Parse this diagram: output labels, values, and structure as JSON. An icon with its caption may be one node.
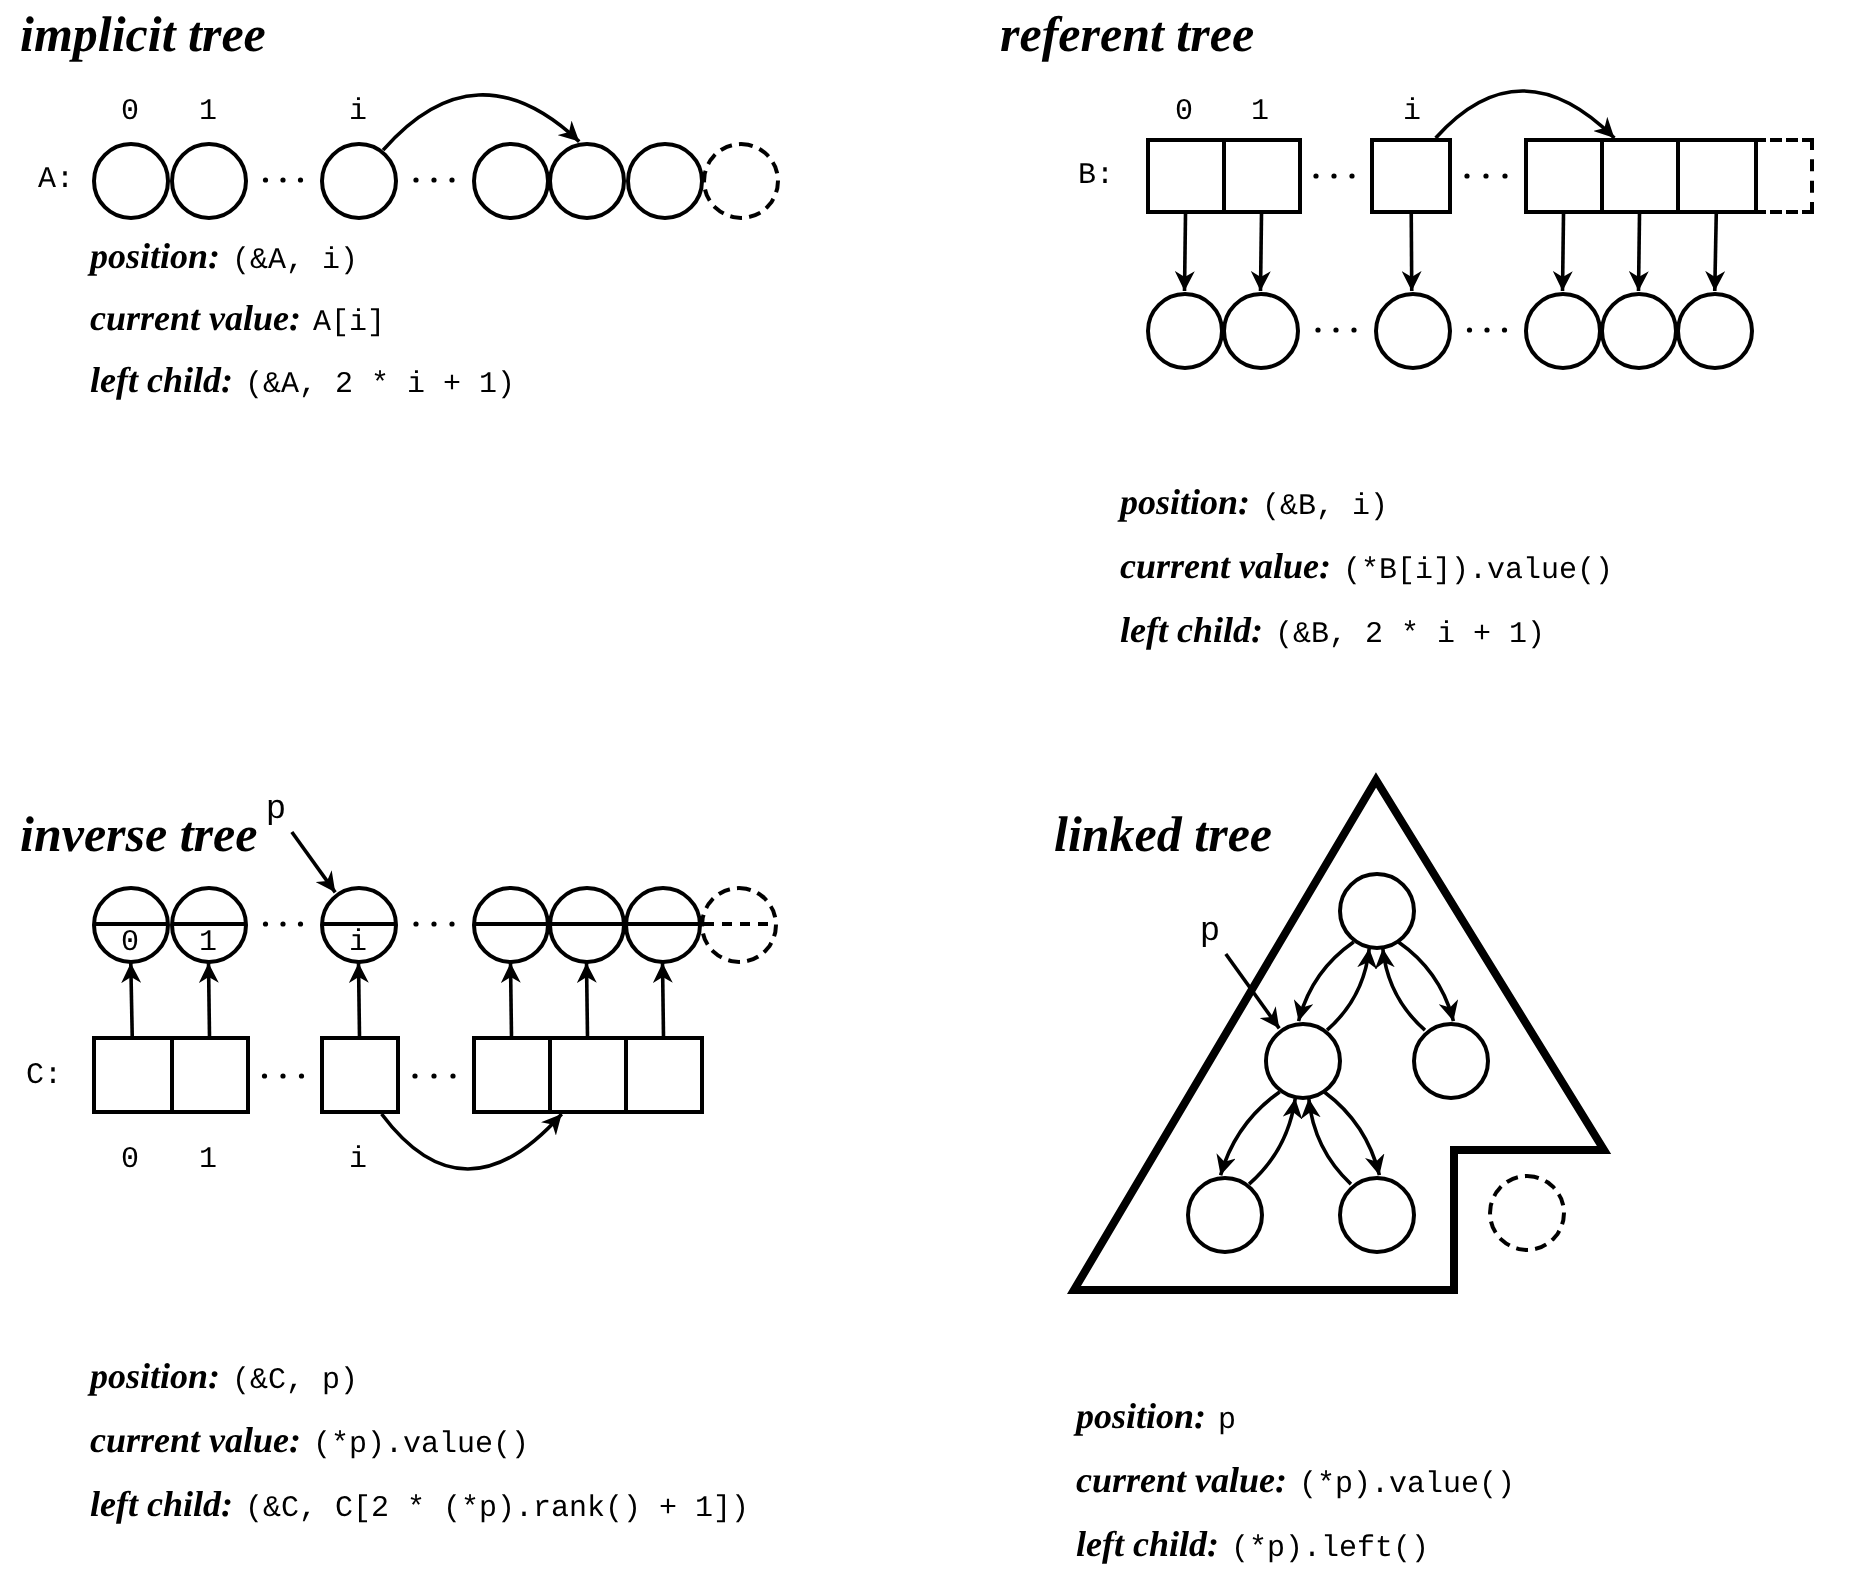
{
  "diagram": {
    "nodes": [
      {
        "text": [],
        "shape": "circle"
      },
      {
        "text": [],
        "shape": "circle"
      },
      {
        "text": [],
        "shape": "circle"
      },
      {
        "text": [],
        "shape": "circle"
      },
      {
        "text": [],
        "shape": "circle"
      },
      {
        "text": [],
        "shape": "circle"
      },
      {
        "text": [],
        "shape": "circle"
      },
      {
        "text": [],
        "shape": "box"
      },
      {
        "text": [],
        "shape": "box"
      },
      {
        "text": [],
        "shape": "box"
      },
      {
        "text": [],
        "shape": "box"
      },
      {
        "text": [],
        "shape": "box"
      },
      {
        "text": [],
        "shape": "box"
      },
      {
        "text": [],
        "shape": "box"
      },
      {
        "text": [],
        "shape": "circle"
      },
      {
        "text": [],
        "shape": "circle"
      },
      {
        "text": [],
        "shape": "circle"
      },
      {
        "text": [],
        "shape": "circle"
      },
      {
        "text": [],
        "shape": "circle"
      },
      {
        "text": [],
        "shape": "circle"
      },
      {
        "text": [
          "0"
        ]
      },
      {
        "text": [
          "1"
        ]
      },
      {
        "text": [
          "i"
        ]
      },
      {
        "text": [],
        "shape": "circle"
      },
      {
        "text": [],
        "shape": "circle"
      },
      {
        "text": [],
        "shape": "circle"
      },
      {
        "text": [],
        "shape": "circle"
      },
      {
        "text": [
          "p"
        ]
      },
      {
        "text": [],
        "shape": "box"
      },
      {
        "text": [],
        "shape": "box"
      },
      {
        "text": [],
        "shape": "box"
      },
      {
        "text": [],
        "shape": "box"
      },
      {
        "text": [],
        "shape": "box"
      },
      {
        "text": [],
        "shape": "box"
      },
      {
        "text": [
          "p"
        ]
      },
      {
        "text": [],
        "shape": "circle"
      },
      {
        "text": [],
        "shape": "circle"
      },
      {
        "text": [],
        "shape": "circle"
      },
      {
        "text": [],
        "shape": "circle"
      },
      {
        "text": [],
        "shape": "circle"
      },
      {
        "text": [],
        "shape": "circle"
      }
    ],
    "edges": [
      {
        "from": 2,
        "to": 4,
        "arrow": "to"
      },
      {
        "from": 7,
        "to": 14,
        "arrow": "to"
      },
      {
        "from": 8,
        "to": 15,
        "arrow": "to"
      },
      {
        "from": 9,
        "to": 16,
        "arrow": "to"
      },
      {
        "from": 10,
        "to": 17,
        "arrow": "to"
      },
      {
        "from": 11,
        "to": 18,
        "arrow": "to"
      },
      {
        "from": 12,
        "to": 19,
        "arrow": "to"
      },
      {
        "from": 9,
        "to": 11,
        "arrow": "to"
      },
      {
        "from": 28,
        "to": 20,
        "arrow": "to"
      },
      {
        "from": 29,
        "to": 21,
        "arrow": "to"
      },
      {
        "from": 30,
        "to": 22,
        "arrow": "to"
      },
      {
        "from": 31,
        "to": 23,
        "arrow": "to"
      },
      {
        "from": 32,
        "to": 24,
        "arrow": "to"
      },
      {
        "from": 33,
        "to": 25,
        "arrow": "to"
      },
      {
        "from": 27,
        "to": 22,
        "arrow": "to"
      },
      {
        "from": 30,
        "to": 32,
        "arrow": "to"
      },
      {
        "from": 34,
        "to": 36,
        "arrow": "to"
      },
      {
        "from": 35,
        "to": 36,
        "arrow": "to"
      },
      {
        "from": 36,
        "to": 35,
        "arrow": "to"
      },
      {
        "from": 35,
        "to": 37,
        "arrow": "to"
      },
      {
        "from": 37,
        "to": 35,
        "arrow": "to"
      },
      {
        "from": 36,
        "to": 38,
        "arrow": "to"
      },
      {
        "from": 38,
        "to": 36,
        "arrow": "to"
      },
      {
        "from": 36,
        "to": 39,
        "arrow": "to"
      },
      {
        "from": 39,
        "to": 36,
        "arrow": "to"
      }
    ],
    "labels": [
      "implicit tree",
      "0",
      "1",
      "i",
      "A:",
      "position:",
      "(&A, i)",
      "current value:",
      "A[i]",
      "left child:",
      "(&A, 2 * i + 1)",
      "referent tree",
      "0",
      "1",
      "i",
      "B:",
      "position:",
      "(&B, i)",
      "current value:",
      "(*B[i]).value()",
      "left child:",
      "(&B, 2 * i + 1)",
      "inverse tree",
      "C:",
      "0",
      "1",
      "i",
      "position:",
      "(&C, p)",
      "current value:",
      "(*p).value()",
      "left child:",
      "(&C, C[2 * (*p).rank() + 1])",
      "linked tree",
      "position:",
      "p",
      "current value:",
      "(*p).value()",
      "left child:",
      "(*p).left()"
    ]
  }
}
